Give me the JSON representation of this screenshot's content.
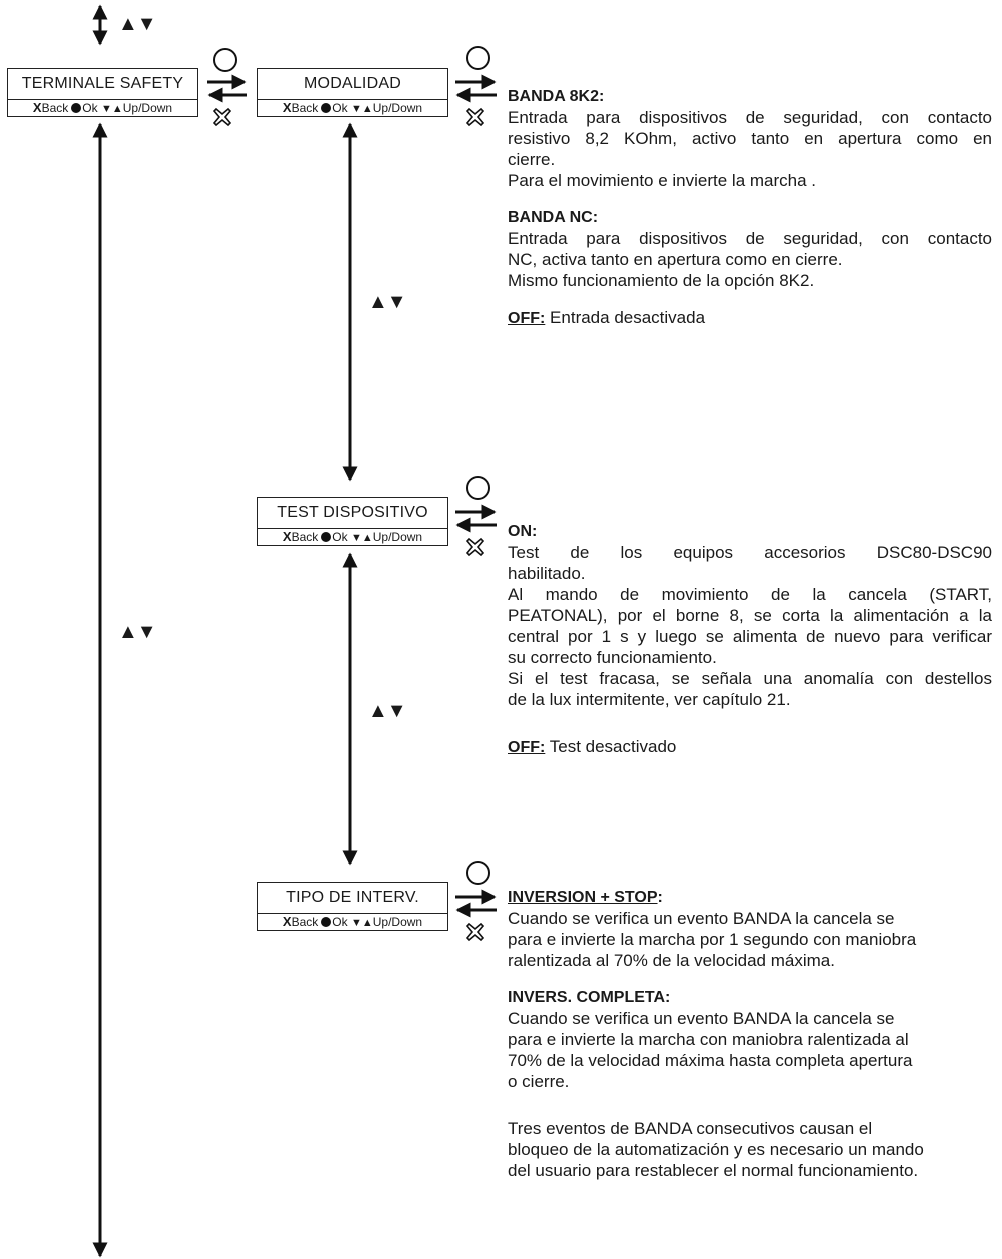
{
  "nav_symbols": {
    "updown": "▲▼"
  },
  "menu_boxes": [
    {
      "title": "TERMINALE SAFETY",
      "back_key": "X",
      "back": "Back",
      "ok": "Ok",
      "updown_key": "▼▲",
      "updown": "Up/Down"
    },
    {
      "title": "MODALIDAD",
      "back_key": "X",
      "back": "Back",
      "ok": "Ok",
      "updown_key": "▼▲",
      "updown": "Up/Down"
    },
    {
      "title": "TEST DISPOSITIVO",
      "back_key": "X",
      "back": "Back",
      "ok": "Ok",
      "updown_key": "▼▲",
      "updown": "Up/Down"
    },
    {
      "title": "TIPO DE INTERV.",
      "back_key": "X",
      "back": "Back",
      "ok": "Ok",
      "updown_key": "▼▲",
      "updown": "Up/Down"
    }
  ],
  "modalidad": {
    "banda_8k2_head": "BANDA 8K2:",
    "banda_8k2_line1": "Entrada para dispositivos de seguridad, con contacto",
    "banda_8k2_line2": "resistivo 8,2 KOhm, activo tanto en apertura como en",
    "banda_8k2_line3": "cierre.",
    "banda_8k2_line4": "Para el movimiento e invierte la marcha .",
    "banda_nc_head": "BANDA NC:",
    "banda_nc_line1": "Entrada para dispositivos de seguridad, con contacto",
    "banda_nc_line2": "NC, activa tanto en apertura como en cierre.",
    "banda_nc_line3": "Mismo funcionamiento de la opción 8K2.",
    "off_head": "OFF:",
    "off_text": " Entrada desactivada"
  },
  "test_dispositivo": {
    "on_head": "ON:",
    "on_line1": "Test de los equipos accesorios DSC80-DSC90",
    "on_line2": "habilitado.",
    "on_line3": "Al mando de movimiento de la cancela (START,",
    "on_line4": "PEATONAL), por el borne 8, se corta la alimentación a la",
    "on_line5": "central por 1 s y luego se alimenta de nuevo para verificar",
    "on_line6": "su correcto funcionamiento.",
    "on_line7": "Si el test fracasa, se señala una anomalía con destellos",
    "on_line8": "de la lux intermitente, ver capítulo 21.",
    "off_head": "OFF:",
    "off_text": " Test desactivado"
  },
  "tipo_interv": {
    "inv_stop_head": "INVERSION + STOP",
    "inv_stop_colon": ":",
    "inv_stop_line1": "Cuando se verifica un evento BANDA la cancela se",
    "inv_stop_line2": "para e invierte la marcha por 1 segundo con maniobra",
    "inv_stop_line3": "ralentizada al 70% de la velocidad máxima.",
    "inv_comp_head": "INVERS. COMPLETA:",
    "inv_comp_line1": "Cuando se verifica un evento BANDA la cancela se",
    "inv_comp_line2": "para e invierte la marcha con maniobra ralentizada al",
    "inv_comp_line3": "70% de la velocidad máxima hasta completa apertura",
    "inv_comp_line4": "o cierre.",
    "note_line1": "Tres eventos de BANDA consecutivos causan el",
    "note_line2": "bloqueo de la automatización y es necesario un mando",
    "note_line3": "del usuario para restablecer el normal funcionamiento."
  }
}
